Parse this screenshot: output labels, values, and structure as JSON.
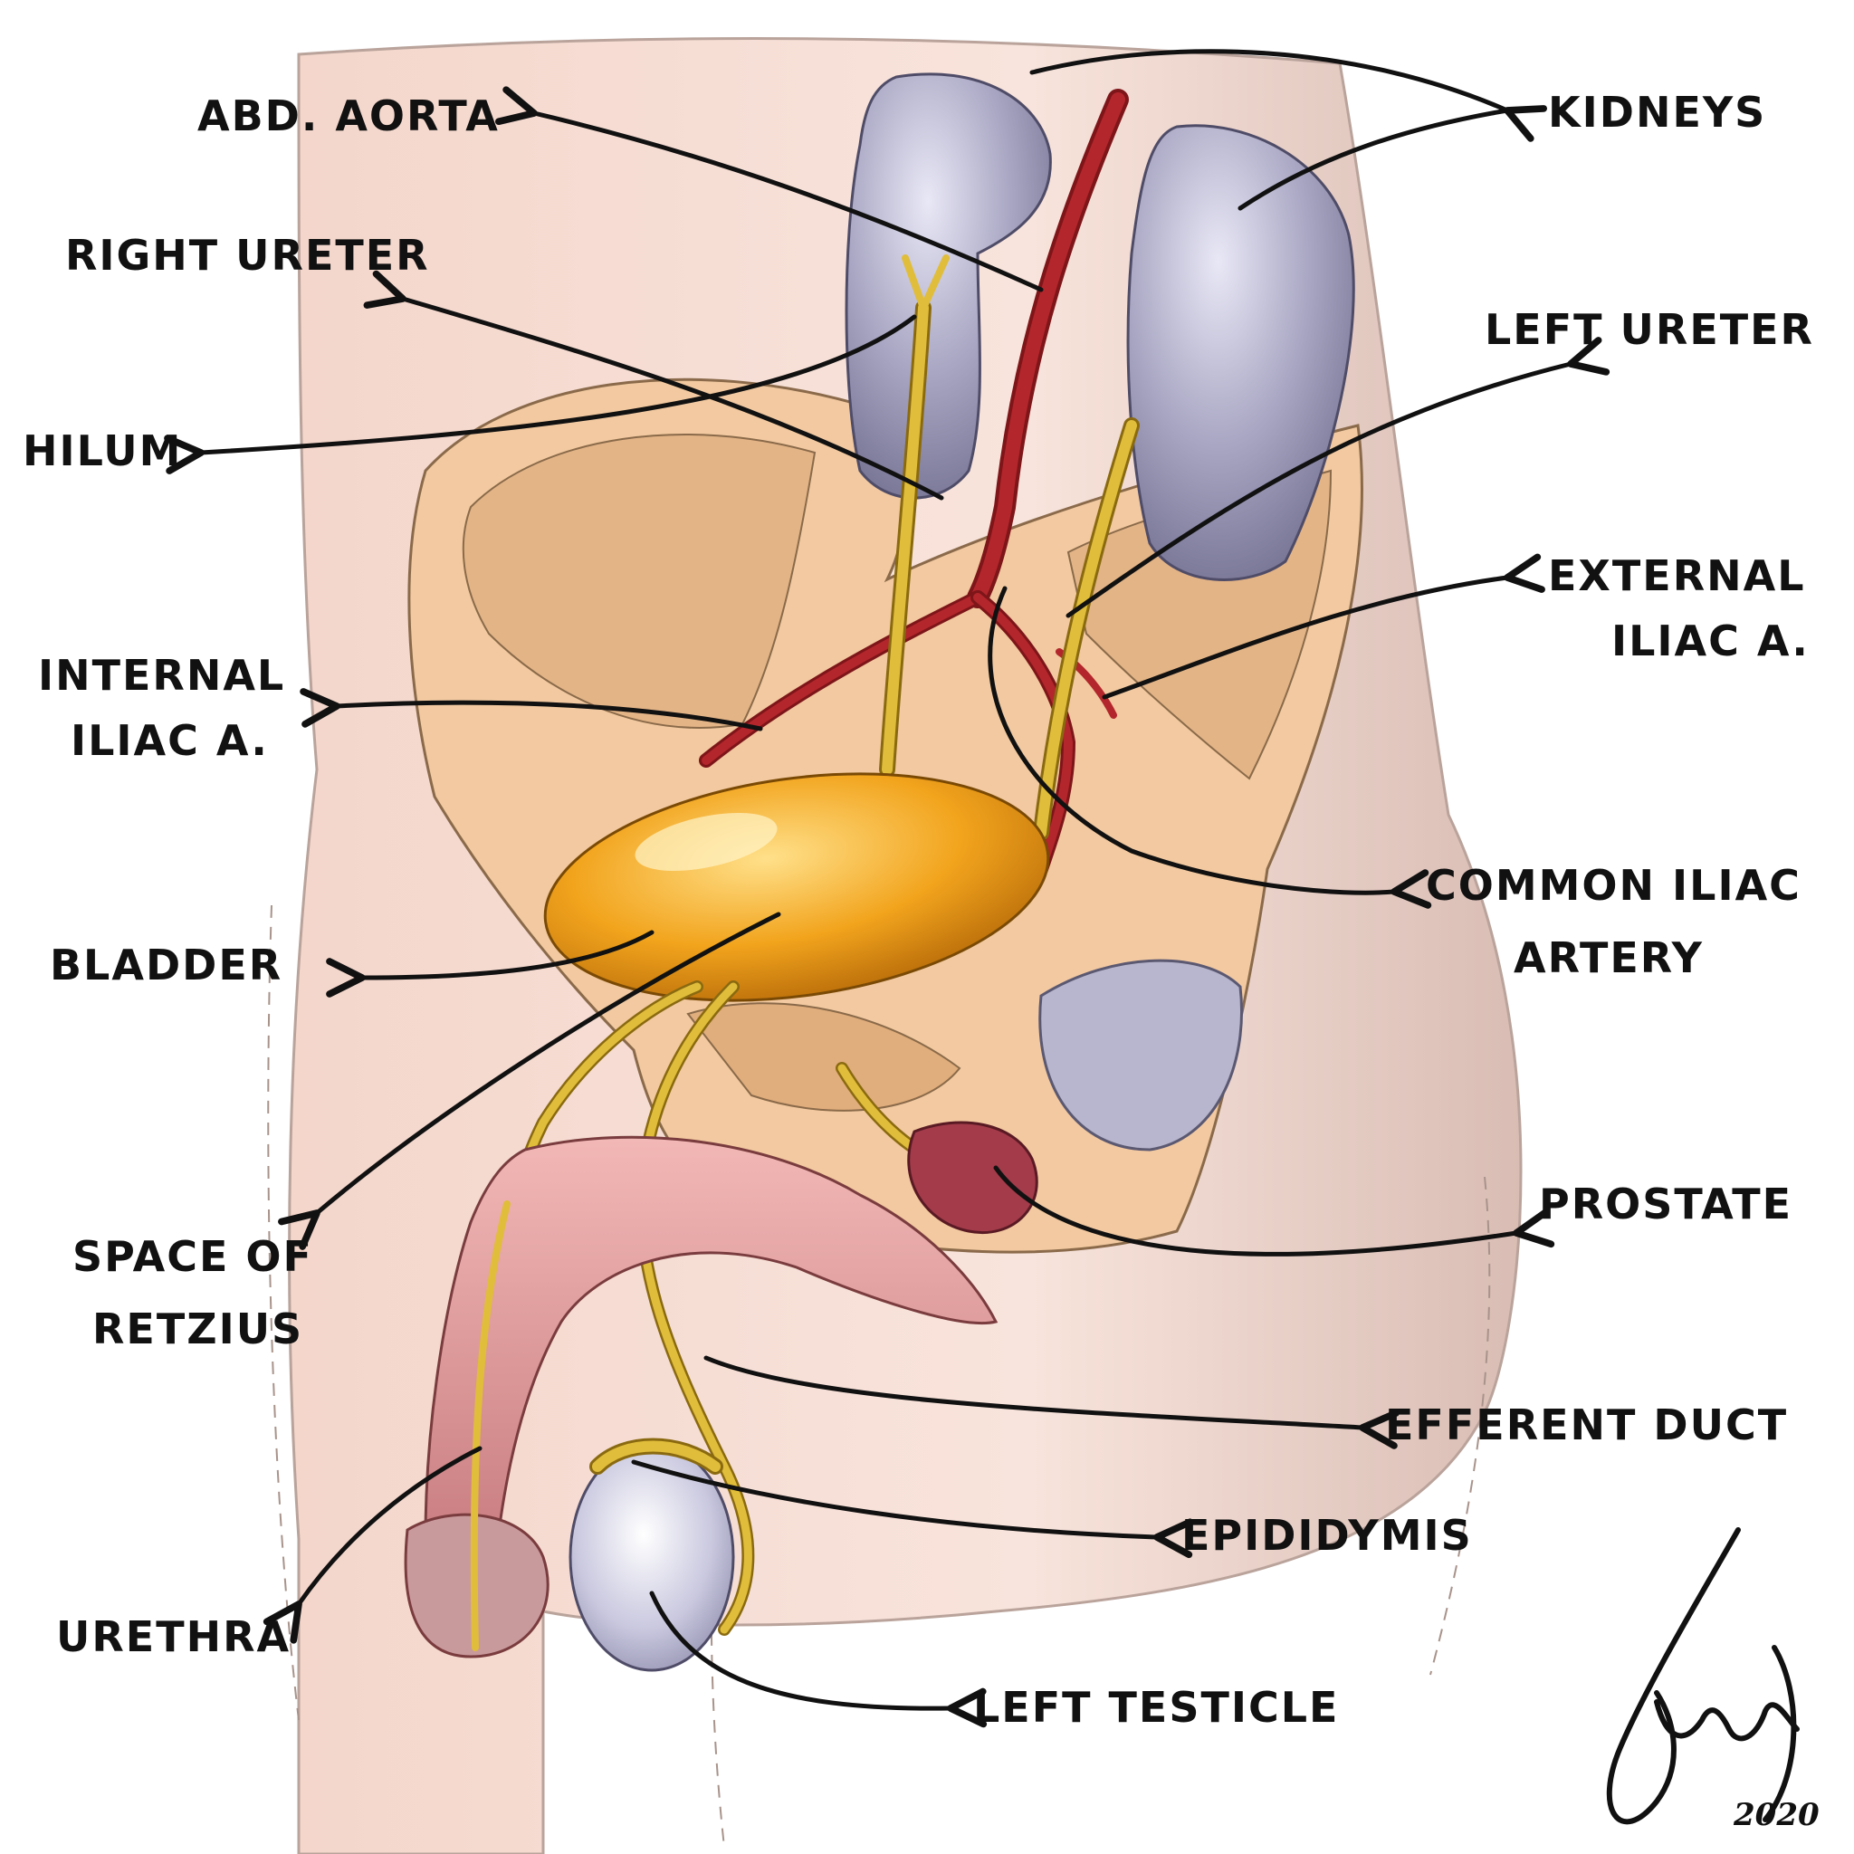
{
  "labels": {
    "abd_aorta": "ABD. AORTA",
    "kidneys": "KIDNEYS",
    "right_ureter": "RIGHT URETER",
    "left_ureter": "LEFT URETER",
    "hilum": "HILUM",
    "external_iliac_1": "EXTERNAL",
    "external_iliac_2": "ILIAC A.",
    "internal_iliac_1": "INTERNAL",
    "internal_iliac_2": "ILIAC A.",
    "common_iliac_1": "COMMON ILIAC",
    "common_iliac_2": "ARTERY",
    "bladder": "BLADDER",
    "prostate": "PROSTATE",
    "space_retzius_1": "SPACE OF",
    "space_retzius_2": "RETZIUS",
    "efferent_duct": "EFFERENT DUCT",
    "epididymis": "EPIDIDYMIS",
    "urethra": "URETHRA",
    "left_testicle": "LEFT TESTICLE"
  },
  "signature": {
    "year": "2020"
  },
  "colors": {
    "skin": "#f6dcd2",
    "bone": "#f2c9a0",
    "bone_shadow": "#d9a878",
    "kidney": "#a9a7c3",
    "ureter": "#d9b63a",
    "artery": "#b3262b",
    "bladder": "#f0a21e",
    "prostate": "#a33b4a",
    "penis": "#e9a3a3",
    "testicle": "#c9c8df",
    "line": "#111111"
  }
}
